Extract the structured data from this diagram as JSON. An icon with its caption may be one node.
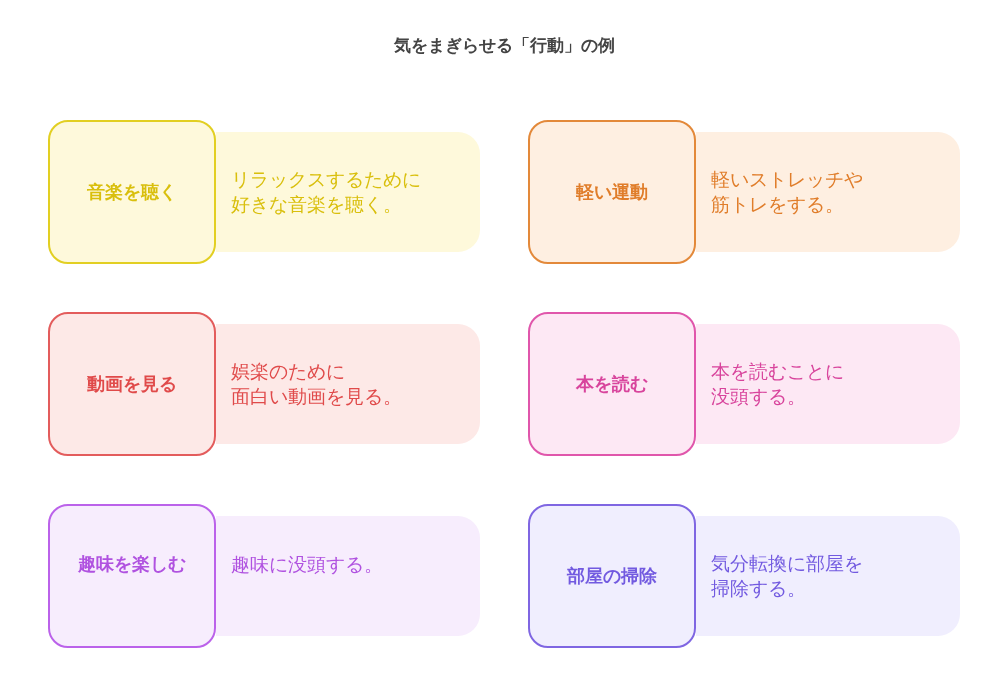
{
  "diagram": {
    "title": "気をまぎらせる「行動」の例",
    "nodes": [
      {
        "text": [
          "音楽を聴く"
        ]
      },
      {
        "text": [
          "リラックスするために好きな音楽を聴く。"
        ]
      },
      {
        "text": [
          "軽い運動"
        ]
      },
      {
        "text": [
          "軽いストレッチや筋トレをする。"
        ]
      },
      {
        "text": [
          "動画を見る"
        ]
      },
      {
        "text": [
          "娯楽のために面白い動画を見る。"
        ]
      },
      {
        "text": [
          "本を読む"
        ]
      },
      {
        "text": [
          "本を読むことに没頭する。"
        ]
      },
      {
        "text": [
          "趣味を楽しむ"
        ]
      },
      {
        "text": [
          "趣味に没頭する。"
        ]
      },
      {
        "text": [
          "部屋の掃除"
        ]
      },
      {
        "text": [
          "気分転換に部屋を掃除する。"
        ]
      }
    ]
  }
}
